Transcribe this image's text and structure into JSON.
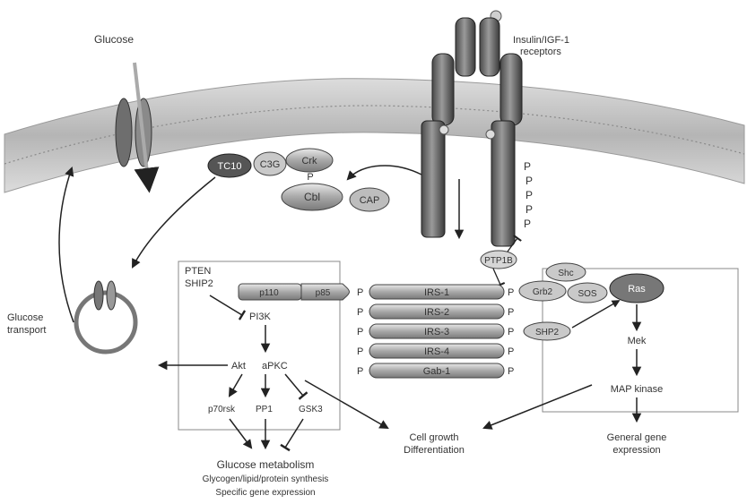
{
  "labels": {
    "glucose": "Glucose",
    "receptor_line1": "Insulin/IGF-1",
    "receptor_line2": "receptors",
    "tc10": "TC10",
    "c3g": "C3G",
    "crk": "Crk",
    "p_cbl": "P",
    "cbl": "Cbl",
    "cap": "CAP",
    "pten": "PTEN",
    "ship2": "SHIP2",
    "p110": "p110",
    "p85": "p85",
    "pi3k": "PI3K",
    "akt": "Akt",
    "apkc": "aPKC",
    "p70rsk": "p70rsk",
    "pp1": "PP1",
    "gsk3": "GSK3",
    "glucose_transport_line1": "Glucose",
    "glucose_transport_line2": "transport",
    "ptp1b": "PTP1B",
    "irs1": "IRS-1",
    "irs2": "IRS-2",
    "irs3": "IRS-3",
    "irs4": "IRS-4",
    "gab1": "Gab-1",
    "phospho": "P",
    "grb2": "Grb2",
    "sos": "SOS",
    "shc": "Shc",
    "syp": "SHP2",
    "ras": "Ras",
    "mek": "Mek",
    "map_kinase": "MAP kinase",
    "cell_growth_line1": "Cell growth",
    "cell_growth_line2": "Differentiation",
    "gene_expr_line1": "General gene",
    "gene_expr_line2": "expression",
    "metab_line1": "Glucose metabolism",
    "metab_line2": "Glycogen/lipid/protein synthesis",
    "metab_line3": "Specific gene expression"
  },
  "colors": {
    "membrane": "#c4c4c4",
    "protein": "#9a9a9a",
    "dark_protein": "#555555",
    "line": "#222222"
  }
}
